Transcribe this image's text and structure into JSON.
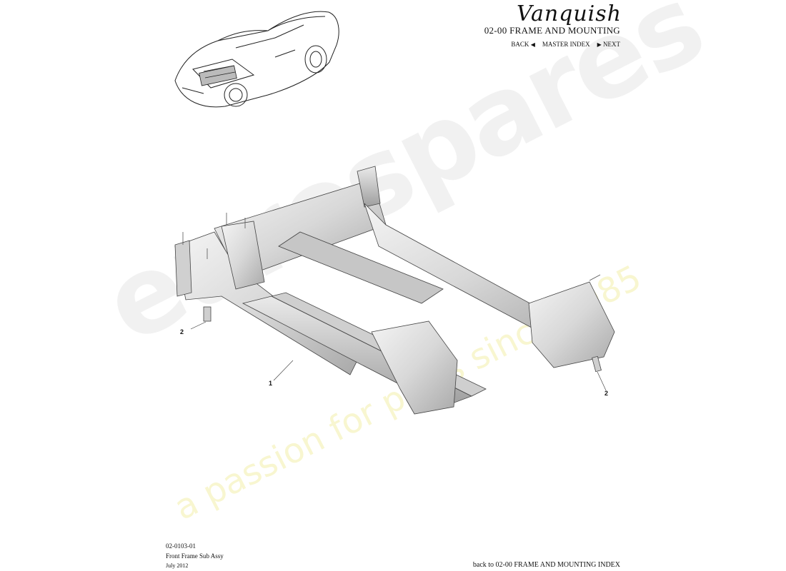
{
  "header": {
    "logo_text": "Vanquish",
    "section_title": "02-00 FRAME AND MOUNTING",
    "nav": {
      "back": "BACK",
      "master_index": "MASTER INDEX",
      "next": "NEXT"
    }
  },
  "diagram": {
    "callouts": [
      {
        "id": "callout-1",
        "label": "1"
      },
      {
        "id": "callout-2-left",
        "label": "2"
      },
      {
        "id": "callout-2-right",
        "label": "2"
      }
    ]
  },
  "footer": {
    "part_code": "02-0103-01",
    "part_name": "Front Frame Sub Assy",
    "date": "July 2012",
    "back_link": "back to 02-00 FRAME AND MOUNTING INDEX"
  },
  "watermark": {
    "brand": "eurospares",
    "tagline": "a passion for parts since 1985"
  },
  "colors": {
    "text": "#111111",
    "watermark_grey": "#d7d7d7",
    "watermark_yellow": "#ebe678"
  }
}
